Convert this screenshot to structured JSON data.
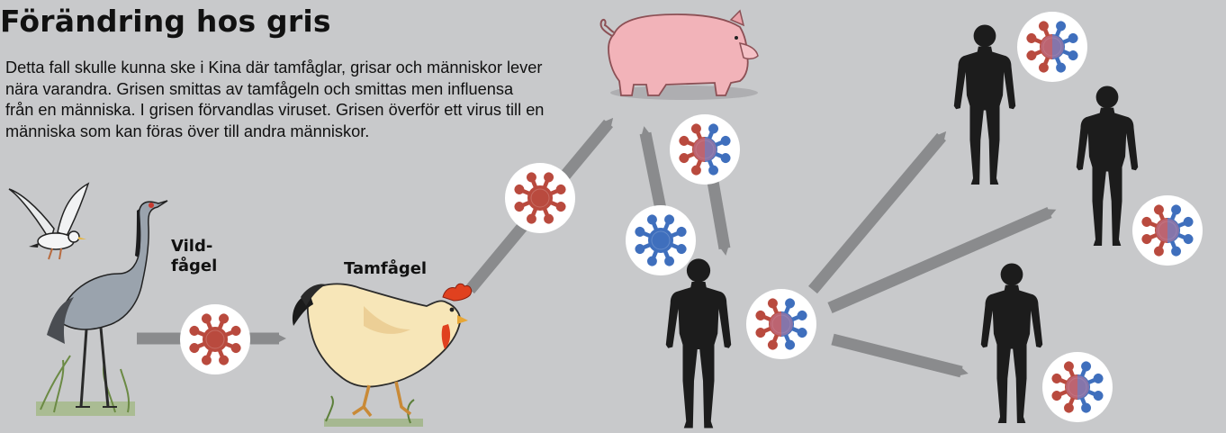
{
  "title": "Förändring hos gris",
  "intro_text": "Detta fall skulle kunna ske i Kina där tamfåglar, grisar och människor lever nära varandra. Grisen smittas av tamfågeln och smittas men influensa från en människa. I grisen förvandlas viruset. Grisen överför ett virus till en människa som kan föras över till andra människor.",
  "labels": {
    "wild_bird_line1": "Vild-",
    "wild_bird_line2": "fågel",
    "domestic_bird": "Tamfågel"
  },
  "colors": {
    "background": "#c8c9cb",
    "arrow": "#8a8b8d",
    "bird_virus": "#b94a3e",
    "human_virus": "#3f6fbd",
    "silhouette": "#1c1c1c",
    "pig": "#f2b3b9"
  },
  "icons": {
    "virus_bird": "bird-virus-icon",
    "virus_human": "human-virus-icon",
    "virus_hybrid": "hybrid-virus-icon",
    "human": "human-silhouette-icon",
    "pig": "pig-icon",
    "crane": "crane-icon",
    "gull": "gull-icon",
    "chicken": "chicken-icon"
  }
}
